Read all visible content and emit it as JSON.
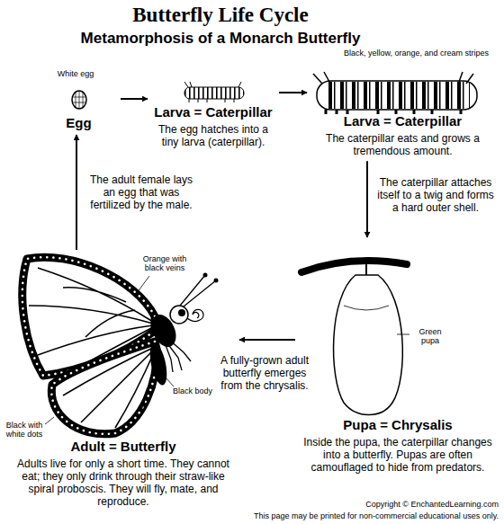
{
  "diagram": {
    "title": "Butterfly Life Cycle",
    "nodes": [
      {
        "text": [
          "Egg"
        ]
      },
      {
        "text": [
          "Larva = Caterpillar",
          "The egg hatches into a tiny larva (caterpillar)."
        ]
      },
      {
        "text": [
          "Larva = Caterpillar",
          "The caterpillar eats and grows a tremendous amount."
        ]
      },
      {
        "text": [
          "Pupa = Chrysalis",
          "Inside the pupa, the caterpillar changes into a butterfly. Pupas are often camouflaged to hide from predators."
        ]
      },
      {
        "text": [
          "Adult = Butterfly",
          "Adults live for only a short time. They cannot eat; they only drink through their straw-like spiral proboscis. They will fly, mate, and reproduce."
        ]
      }
    ],
    "edges": [
      {
        "from": 0,
        "to": 1,
        "arrow": "to"
      },
      {
        "from": 1,
        "to": 2,
        "arrow": "to"
      },
      {
        "from": 2,
        "to": 3,
        "arrow": "to",
        "label": "The caterpillar attaches itself to a twig and forms a hard outer shell."
      },
      {
        "from": 3,
        "to": 4,
        "arrow": "to",
        "label": "A fully-grown adult butterfly emerges from the chrysalis."
      },
      {
        "from": 4,
        "to": 0,
        "arrow": "to",
        "label": "The adult female lays an egg that was fertilized by the male."
      }
    ],
    "labels": [
      "Metamorphosis of a Monarch Butterfly",
      "White egg",
      "Black, yellow, orange, and cream stripes",
      "Green pupa",
      "Orange with black veins",
      "Black body",
      "Black with white dots",
      "Copyright © EnchantedLearning.com",
      "This page may be printed for non-commercial educational uses only."
    ]
  }
}
